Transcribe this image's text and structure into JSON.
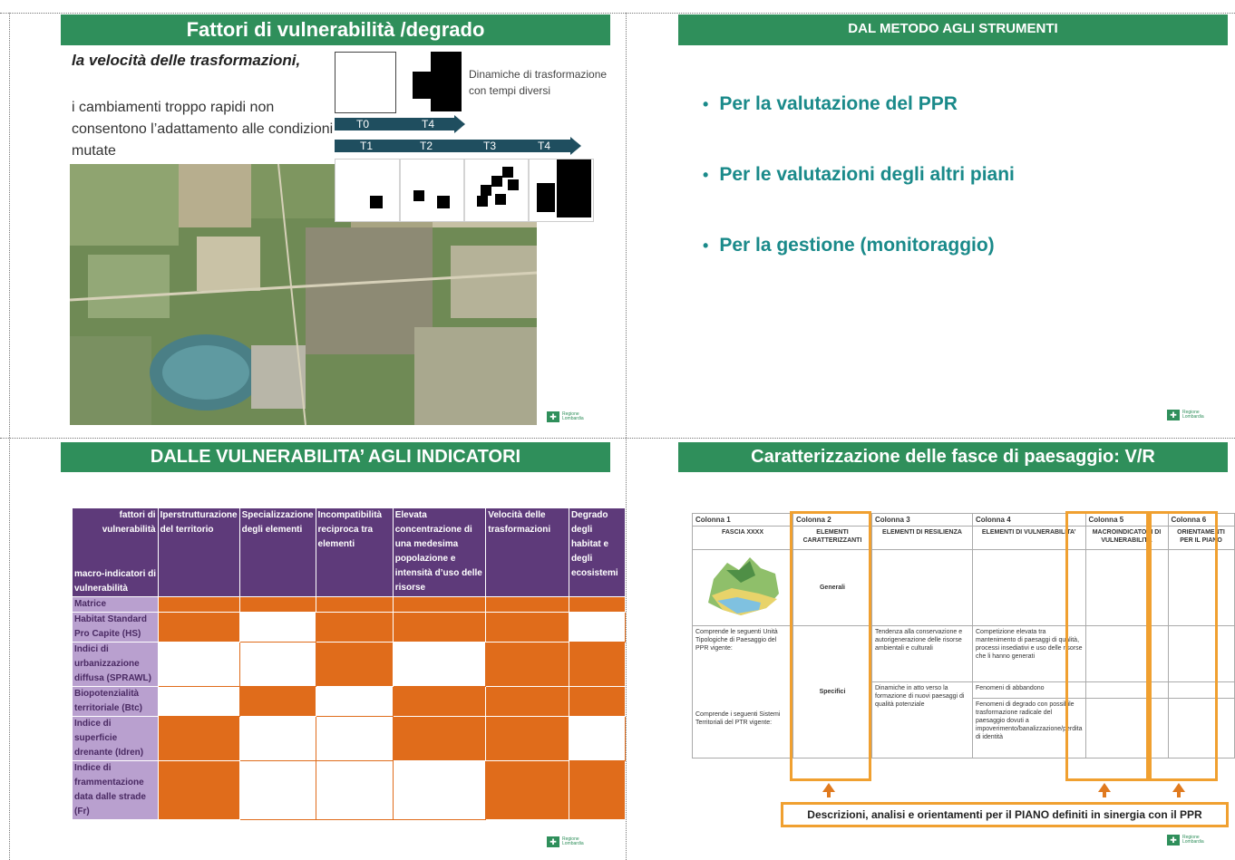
{
  "slide1": {
    "title": "Fattori di vulnerabilità /degrado",
    "subtitle_italic": "la velocità delle trasformazioni,",
    "body": "i cambiamenti troppo rapidi non consentono l’adattamento alle condizioni mutate",
    "dynamics_label": "Dinamiche di trasformazione con tempi diversi",
    "timeline_a": [
      "T0",
      "T4"
    ],
    "timeline_b": [
      "T1",
      "T2",
      "T3",
      "T4"
    ],
    "logo_text": "Regione Lombardia"
  },
  "slide2": {
    "title": "DAL METODO AGLI STRUMENTI",
    "bullets": [
      "Per la valutazione del PPR",
      "Per le valutazioni degli altri piani",
      "Per la gestione (monitoraggio)"
    ],
    "logo_text": "Regione Lombardia"
  },
  "slide3": {
    "title": "DALLE VULNERABILITA’ AGLI INDICATORI",
    "corner_top": "fattori di vulnerabilità",
    "corner_bottom": "macro-indicatori di vulnerabilità",
    "columns": [
      "Iperstrutturazione del territorio",
      "Specializzazione degli elementi",
      "Incompatibilità reciproca tra elementi",
      "Elevata concentrazione di una medesima popolazione e intensità d’uso delle risorse",
      "Velocità delle trasformazioni",
      "Degrado degli habitat e degli ecosistemi"
    ],
    "rows": [
      {
        "label": "Matrice",
        "cells": [
          1,
          1,
          1,
          1,
          1,
          1
        ]
      },
      {
        "label": "Habitat Standard Pro Capite (HS)",
        "cells": [
          1,
          0,
          1,
          1,
          1,
          0
        ]
      },
      {
        "label": "Indici di urbanizzazione diffusa (SPRAWL)",
        "cells": [
          0,
          0,
          1,
          0,
          1,
          1
        ]
      },
      {
        "label": "Biopotenzialità territoriale (Btc)",
        "cells": [
          0,
          1,
          0,
          1,
          1,
          1
        ]
      },
      {
        "label": "Indice di superficie drenante (Idren)",
        "cells": [
          1,
          0,
          0,
          1,
          1,
          0
        ]
      },
      {
        "label": "Indice di frammentazione data dalle strade (Fr)",
        "cells": [
          1,
          0,
          0,
          0,
          1,
          1
        ]
      }
    ],
    "colors": {
      "filled": "#e06c1b",
      "header": "#5e3a7a",
      "row_label": "#b9a0cf"
    },
    "logo_text": "Regione Lombardia"
  },
  "slide4": {
    "title": "Caratterizzazione delle fasce di paesaggio: V/R",
    "col_heads": [
      "Colonna 1",
      "Colonna 2",
      "Colonna 3",
      "Colonna 4",
      "Colonna 5",
      "Colonna 6"
    ],
    "sub_heads": [
      "FASCIA XXXX",
      "ELEMENTI CARATTERIZZANTI",
      "ELEMENTI DI RESILIENZA",
      "ELEMENTI DI VULNERABILITA’",
      "MACROINDICATORI DI VULNERABILITÀ",
      "ORIENTAMENTI PER IL PIANO"
    ],
    "generali": "Generali",
    "specifici": "Specifici",
    "c1_text_a": "Comprende le seguenti Unità Tipologiche di Paesaggio del PPR vigente:",
    "c1_text_b": "Comprende i seguenti Sistemi Territoriali del PTR vigente:",
    "c3_text_a": "Tendenza alla conservazione e autorigenerazione delle risorse ambientali e culturali",
    "c3_text_b": "Dinamiche in atto verso la formazione di nuovi paesaggi di qualità potenziale",
    "c4_text_a": "Competizione elevata tra mantenimento di paesaggi di qualità, processi insediativi e uso delle risorse che li hanno generati",
    "c4_text_b": "Fenomeni di abbandono",
    "c4_text_c": "Fenomeni di degrado con possibile trasformazione radicale del paesaggio dovuti a impoverimento/banalizzazione/perdita di identità",
    "bottom_note": "Descrizioni, analisi e orientamenti per il PIANO definiti in sinergia con il PPR",
    "logo_text": "Regione Lombardia"
  }
}
